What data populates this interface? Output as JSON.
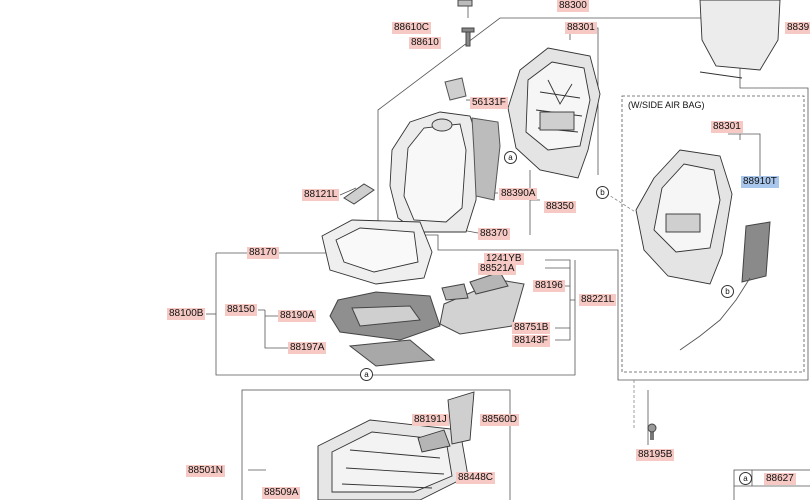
{
  "colors": {
    "label_bg": "#f6c9c4",
    "highlight_bg": "#a9c7ec",
    "line": "#555555"
  },
  "labels": {
    "p88300": "88300",
    "p88610C": "88610C",
    "p88610": "88610",
    "p88301_top": "88301",
    "p8839x": "8839",
    "p56131F": "56131F",
    "p88121L": "88121L",
    "p88390A": "88390A",
    "p88350": "88350",
    "p88370": "88370",
    "p88170": "88170",
    "p1241YB": "1241YB",
    "p88521A": "88521A",
    "p88196": "88196",
    "p88221L": "88221L",
    "p88100B": "88100B",
    "p88150": "88150",
    "p88190A": "88190A",
    "p88751B": "88751B",
    "p88143F": "88143F",
    "p88197A": "88197A",
    "p88191J": "88191J",
    "p88560D": "88560D",
    "p88195B": "88195B",
    "p88501N": "88501N",
    "p88448C": "88448C",
    "p88509A": "88509A",
    "p88627": "88627",
    "sab_title": "(W/SIDE AIR BAG)",
    "p88301_sab": "88301",
    "p88910T": "88910T"
  },
  "markers": {
    "a": "a",
    "b": "b"
  }
}
